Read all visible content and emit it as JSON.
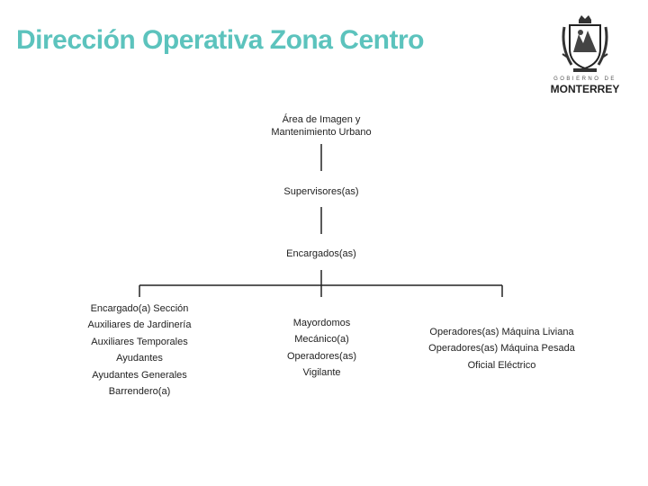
{
  "title": "Dirección Operativa Zona Centro",
  "colors": {
    "title": "#5cc3bd",
    "line": "#222222"
  },
  "logo": {
    "sub": "GOBIERNO DE",
    "main": "MONTERREY",
    "icon": "coat-of-arms"
  },
  "org": {
    "top": "Área de Imagen y\nMantenimiento Urbano",
    "level2": "Supervisores(as)",
    "level3": "Encargados(as)",
    "branches": [
      {
        "heading": "Encargado(a) Sección",
        "items": [
          "Auxiliares de Jardinería",
          "Auxiliares Temporales",
          "Ayudantes",
          "Ayudantes Generales",
          "Barrendero(a)"
        ]
      },
      {
        "items": [
          "Mayordomos",
          "Mecánico(a)",
          "Operadores(as)",
          "Vigilante"
        ]
      },
      {
        "items": [
          "Operadores(as) Máquina Liviana",
          "Operadores(as) Máquina Pesada",
          "Oficial Eléctrico"
        ]
      }
    ]
  }
}
